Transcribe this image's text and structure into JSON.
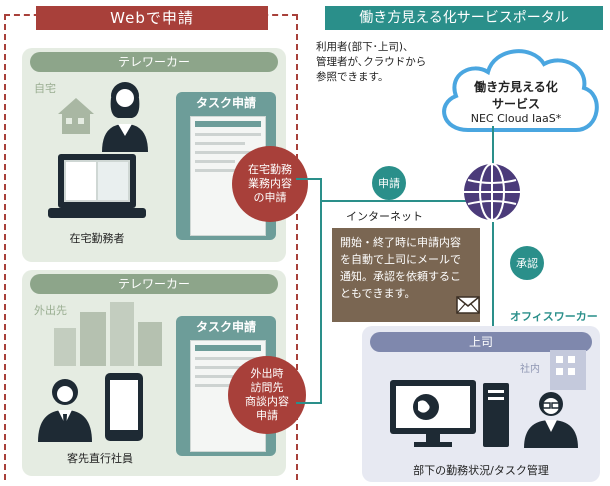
{
  "header": {
    "web_title": "Webで申請",
    "portal_title": "働き方見える化サービスポータル"
  },
  "portal_note": {
    "line1": "利用者(部下･上司)、",
    "line2": "管理者が､クラウドから",
    "line3": "参照できます。"
  },
  "cloud": {
    "line1": "働き方見える化",
    "line2": "サービス",
    "line3": "NEC Cloud IaaS*"
  },
  "top_panel": {
    "header": "テレワーカー",
    "location": "自宅",
    "task_title": "タスク申請",
    "bubble_lines": [
      "在宅勤務",
      "業務内容",
      "の申請"
    ],
    "caption": "在宅勤務者"
  },
  "bottom_panel": {
    "header": "テレワーカー",
    "location": "外出先",
    "task_title": "タスク申請",
    "bubble_lines": [
      "外出時",
      "訪問先",
      "商談内容",
      "申請"
    ],
    "caption": "客先直行社員"
  },
  "network": {
    "apply_badge": "申請",
    "internet_label": "インターネット",
    "approve_badge": "承認"
  },
  "note": {
    "lines": [
      "開始・終了時に申請内容",
      "を自動で上司にメールで",
      "通知。承認を依頼するこ",
      "ともできます。"
    ]
  },
  "office": {
    "label": "オフィスワーカー",
    "header": "上司",
    "location": "社内",
    "caption": "部下の勤務状況/タスク管理"
  },
  "colors": {
    "web_red": "#a8403a",
    "portal_teal": "#2a8f8a",
    "panel_green": "#8da58a",
    "note_brown": "#7a6652",
    "office_blue": "#7f88ad"
  }
}
